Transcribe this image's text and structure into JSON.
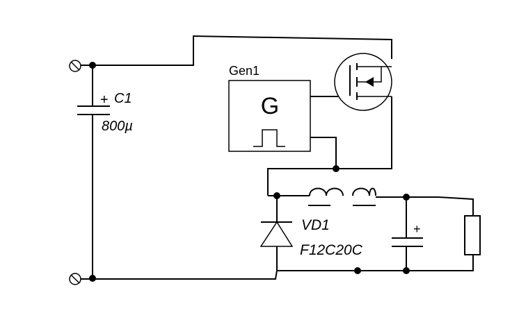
{
  "components": {
    "c1": {
      "ref": "C1",
      "value": "800µ",
      "polarity": "+"
    },
    "gen1": {
      "ref": "Gen1",
      "symbol": "G"
    },
    "vd1": {
      "ref": "VD1",
      "part": "F12C20C"
    },
    "c_out": {
      "polarity": "+"
    }
  }
}
